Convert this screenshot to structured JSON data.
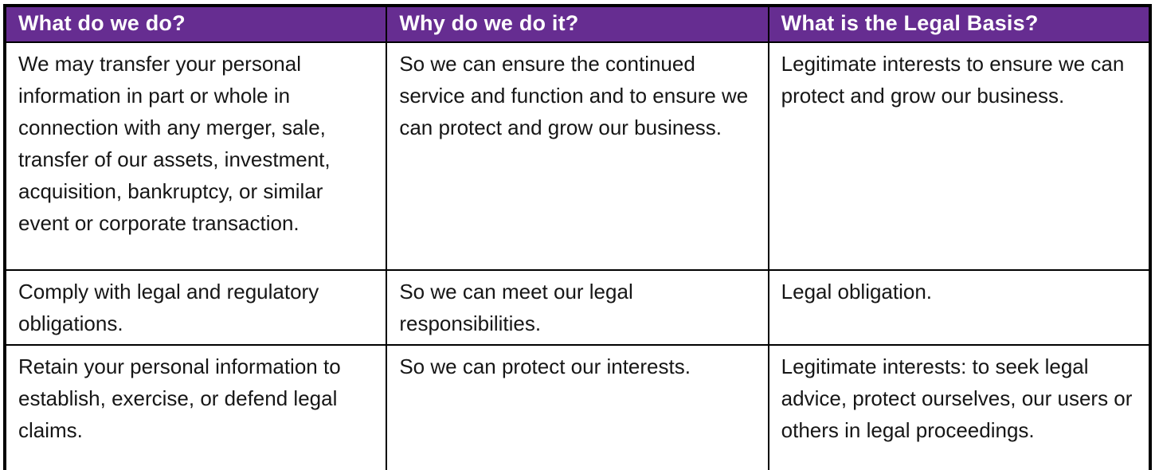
{
  "table": {
    "headers": [
      "What do we do?",
      "Why do we do it?",
      "What is the Legal Basis?"
    ],
    "rows": [
      [
        "We may transfer your personal information in part or whole in connection with any merger, sale, transfer of our assets, investment, acquisition, bankruptcy, or similar event or corporate transaction.",
        "So we can ensure the continued service and function and to ensure we can protect and grow our business.",
        "Legitimate interests to ensure we can protect and grow our business."
      ],
      [
        "Comply with legal and regulatory obligations.",
        "So we can meet our legal responsibilities.",
        "Legal obligation."
      ],
      [
        "Retain your personal information to establish, exercise, or defend legal claims.",
        "So we can protect our interests.",
        "Legitimate interests: to seek legal advice, protect ourselves, our users or others in legal proceedings."
      ]
    ]
  },
  "colors": {
    "header_bg": "#662d91",
    "header_text": "#ffffff",
    "body_text": "#161616",
    "border": "#000000",
    "page_bg": "#ffffff"
  }
}
